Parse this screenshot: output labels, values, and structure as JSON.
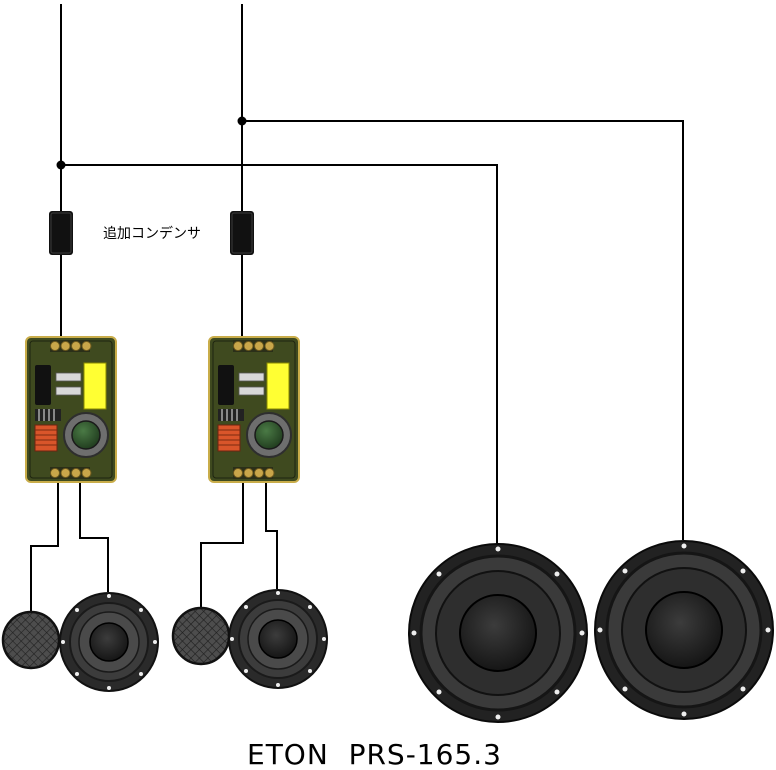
{
  "labels": {
    "capacitor": "追加コンデンサ",
    "model": "ETON  PRS-165.3"
  },
  "colors": {
    "wire": "#000000",
    "board": "#3f4a1f",
    "board_border": "#c9ad4a",
    "terminal": "#c9a64a",
    "yellow_cap": "#ffff33",
    "coil": "#d9552a",
    "speaker_dark": "#1a1a1a",
    "speaker_mid": "#3a3a3a",
    "tweeter": "#4a4a4a"
  },
  "components": {
    "capacitors": 2,
    "crossovers": 2,
    "tweeters": 2,
    "midrange_drivers": 2,
    "woofers": 2
  }
}
